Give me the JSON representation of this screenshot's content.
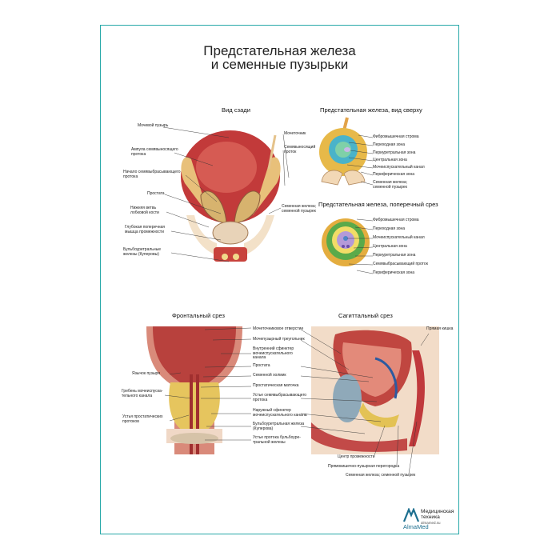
{
  "poster": {
    "title_line1": "Предстательная железа",
    "title_line2": "и семенные пузырьки",
    "sections": {
      "rear_view": "Вид сзади",
      "top_view": "Предстательная железа, вид сверху",
      "cross_section": "Предстательная железа, поперечный срез",
      "frontal": "Фронтальный срез",
      "sagittal": "Сагиттальный срез"
    },
    "rear_labels_left": [
      "Мочевой пузырь",
      "Ампула семявыносящего\nпротока",
      "Начало семявыбрасывающего\nпротока",
      "Простата",
      "Нижняя ветвь\nлобковой кости",
      "Глубокая поперечная\nмышца промежности",
      "Бульбоуретральные\nжелезы (Куперовы)"
    ],
    "rear_labels_right": [
      "Мочеточник",
      "Семявыносящий\nпроток",
      "Семенная железа;\nсеменной пузырек"
    ],
    "top_labels": [
      "Фибромышечная строма",
      "Переходная зона",
      "Периуретральная зона",
      "Центральная зона",
      "Мочеиспускательный канал",
      "Периферическая зона",
      "Семенная железа;\nсеменной пузырек"
    ],
    "cross_labels": [
      "Фибромышечная строма",
      "Переходная зона",
      "Мочеиспускательный канал",
      "Центральная зона",
      "Периуретральная зона",
      "Семявыбрасывающий проток",
      "Периферическая зона"
    ],
    "frontal_left_labels": [
      "Язычок пузыря",
      "Гребень мочеиспуска-\nтельного канала",
      "Устья простатических\nпротоков"
    ],
    "middle_labels": [
      "Мочеточниковое отверстие",
      "Мочепузырный треугольник",
      "Внутренний сфинктер\nмочеиспускательного\nканала",
      "Простата",
      "Семенной холмик",
      "Простатическая маточка",
      "Устье семявыбрасывающего\nпротока",
      "Наружный сфинктер\nмочеиспускательного канала",
      "Бульбоуретральная железа\n(Куперова)",
      "Устье протока бульбоуре-\nтральной железы"
    ],
    "sagittal_right_label": "Прямая кишка",
    "sagittal_bottom_labels": [
      "Центр промежности",
      "Прямокишечно-пузырная перегородка",
      "Семенная железа; семенной пузырек"
    ],
    "logo": {
      "brand": "AlmaMed",
      "line1": "Медицинская",
      "line2": "техника",
      "url": "almamed.su"
    },
    "colors": {
      "frame": "#27a9a9",
      "tissue": "#c8423c",
      "brand": "#1d6f8f"
    }
  }
}
